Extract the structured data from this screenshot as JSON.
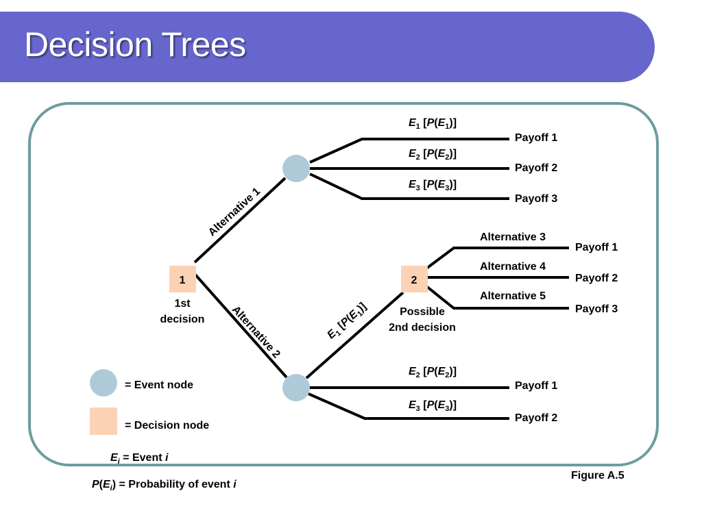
{
  "slide": {
    "title": "Decision Trees",
    "figure_label": "Figure A.5"
  },
  "colors": {
    "title_bar": "#6666cc",
    "frame_border": "#6f9c9e",
    "event_node": "#aecad8",
    "decision_node": "#fcd2b5"
  },
  "decision_nodes": [
    {
      "label": "1",
      "caption_line1": "1st",
      "caption_line2": "decision"
    },
    {
      "label": "2",
      "caption_line1": "Possible",
      "caption_line2": "2nd decision"
    }
  ],
  "alternatives": {
    "alt1": "Alternative 1",
    "alt2": "Alternative 2",
    "alt3": "Alternative 3",
    "alt4": "Alternative 4",
    "alt5": "Alternative 5"
  },
  "event_labels": {
    "e1": {
      "sym": "E",
      "idx": "1",
      "open": " [",
      "p": "P",
      "close": ")]"
    },
    "e2": {
      "sym": "E",
      "idx": "2",
      "open": " [",
      "p": "P",
      "close": ")]"
    },
    "e3": {
      "sym": "E",
      "idx": "3",
      "open": " [",
      "p": "P",
      "close": ")]"
    }
  },
  "payoffs": {
    "top": [
      "Payoff 1",
      "Payoff 2",
      "Payoff 3"
    ],
    "middle": [
      "Payoff 1",
      "Payoff 2",
      "Payoff 3"
    ],
    "bottom": [
      "Payoff 1",
      "Payoff 2"
    ]
  },
  "legend": {
    "event_node": "= Event node",
    "decision_node": "= Decision node",
    "event_def_sym": "E",
    "event_def_sub": "i",
    "event_def_text": " = Event ",
    "event_def_var": "i",
    "prob_def_p": "P",
    "prob_def_open": "(",
    "prob_def_sym": "E",
    "prob_def_sub": "i",
    "prob_def_close": ")",
    "prob_def_text": " = Probability of event ",
    "prob_def_var": "i"
  }
}
